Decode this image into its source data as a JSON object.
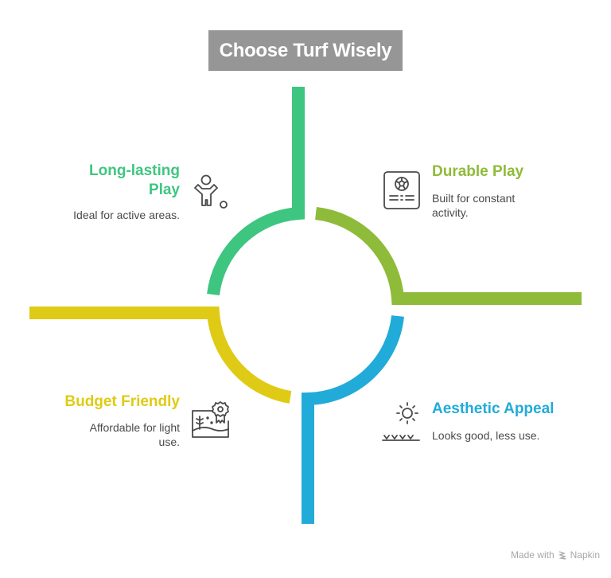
{
  "title": "Choose Turf Wisely",
  "colors": {
    "title_bg": "#969696",
    "long_lasting": "#3EC680",
    "durable": "#8FBB3A",
    "budget": "#DFCB15",
    "aesthetic": "#21ABD9",
    "icon_stroke": "#4a4a4a",
    "desc_text": "#4a4a4a"
  },
  "quadrants": [
    {
      "id": "long-lasting-play",
      "position": "top-left",
      "heading_line1": "Long-lasting",
      "heading_line2": "Play",
      "description": "Ideal for active areas.",
      "icon": "child-playing-ball-icon"
    },
    {
      "id": "durable-play",
      "position": "top-right",
      "heading": "Durable Play",
      "description_line1": "Built for constant",
      "description_line2": "activity.",
      "icon": "soccer-field-card-icon"
    },
    {
      "id": "budget-friendly",
      "position": "bottom-left",
      "heading": "Budget Friendly",
      "description_line1": "Affordable for light",
      "description_line2": "use.",
      "icon": "landscape-award-icon"
    },
    {
      "id": "aesthetic-appeal",
      "position": "bottom-right",
      "heading": "Aesthetic Appeal",
      "description": "Looks good, less use.",
      "icon": "sun-grass-icon"
    }
  ],
  "footer": {
    "made_with": "Made with",
    "brand": "Napkin"
  }
}
